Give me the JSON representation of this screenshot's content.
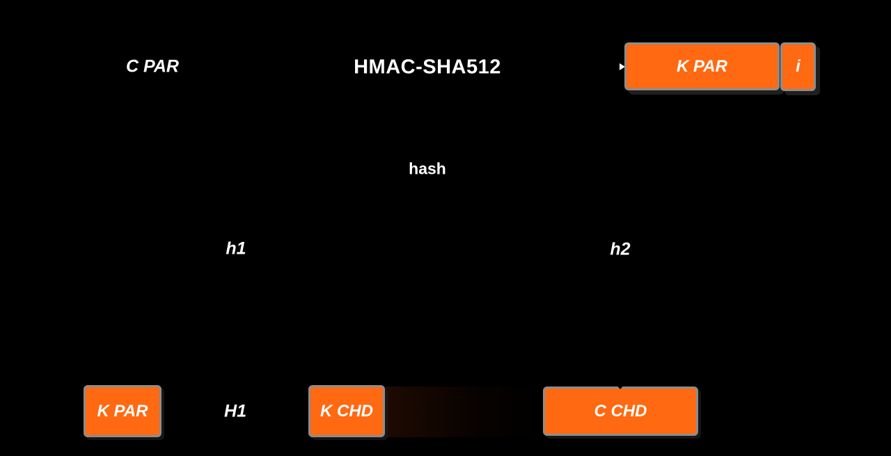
{
  "colors": {
    "background": "#000000",
    "box_fill": "#FF6912",
    "box_border": "#8d8d8d",
    "text": "#ffffff"
  },
  "labels": {
    "c_par": "C PAR",
    "title": "HMAC-SHA512",
    "hash": "hash",
    "h1": "h1",
    "h2": "h2",
    "H1": "H1"
  },
  "boxes": {
    "k_par_top": "K PAR",
    "index": "i",
    "k_par_bottom": "K PAR",
    "k_chd": "K CHD",
    "c_chd": "C CHD"
  }
}
